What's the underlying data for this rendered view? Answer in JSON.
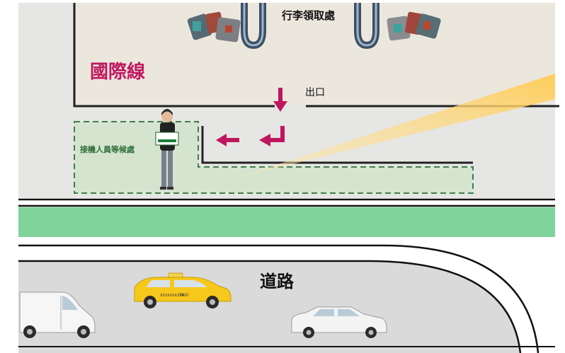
{
  "labels": {
    "baggage_claim": "行李領取處",
    "international": "國際線",
    "exit": "出口",
    "waiting_area": "接機人員等候處",
    "road": "道路",
    "taxi_sign": "TAXI",
    "sign_text": "XXXXXXXXXX"
  },
  "colors": {
    "terminal_floor": "#ece8df",
    "outer_ground": "#e5e5e3",
    "waiting_zone": "#d4e4cf",
    "zone_dash": "#3e7e4a",
    "green_strip": "#7cd29a",
    "road": "#d9d9d9",
    "arrow": "#c0155f",
    "title": "#c0175f",
    "waiting_text": "#2f6e3a",
    "beam": "#ffd77e",
    "taxi": "#f7c81c"
  }
}
